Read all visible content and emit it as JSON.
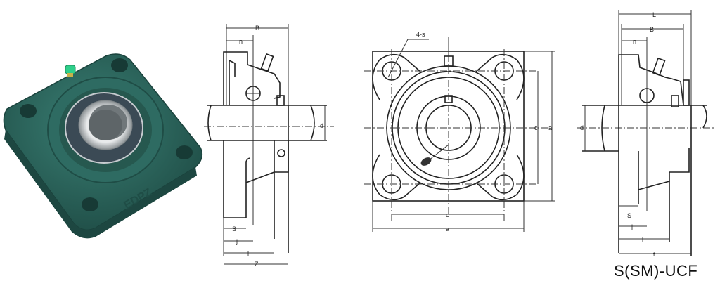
{
  "figure": {
    "caption": "S(SM)-UCF",
    "photo": {
      "subject": "4-bolt square flange bearing unit",
      "housing_color": "#2e6b62",
      "housing_shadow": "#1f4d46",
      "insert_ring_color": "#c9ccce",
      "inner_bore_color": "#6f7578",
      "grease_fitting_color": "#2ecf8a",
      "cast_marking": "EDPZ"
    },
    "views": {
      "side_view": {
        "dimension_labels": [
          "B",
          "n",
          "d",
          "S",
          "j",
          "l",
          "Z"
        ]
      },
      "front_view": {
        "callout": "4-s",
        "dimension_labels": [
          "a",
          "e",
          "g",
          "c"
        ]
      },
      "side_view_with_cover": {
        "dimension_labels": [
          "L",
          "B",
          "n",
          "d",
          "S",
          "j",
          "l",
          "t"
        ]
      }
    },
    "line_color": "#222222"
  }
}
